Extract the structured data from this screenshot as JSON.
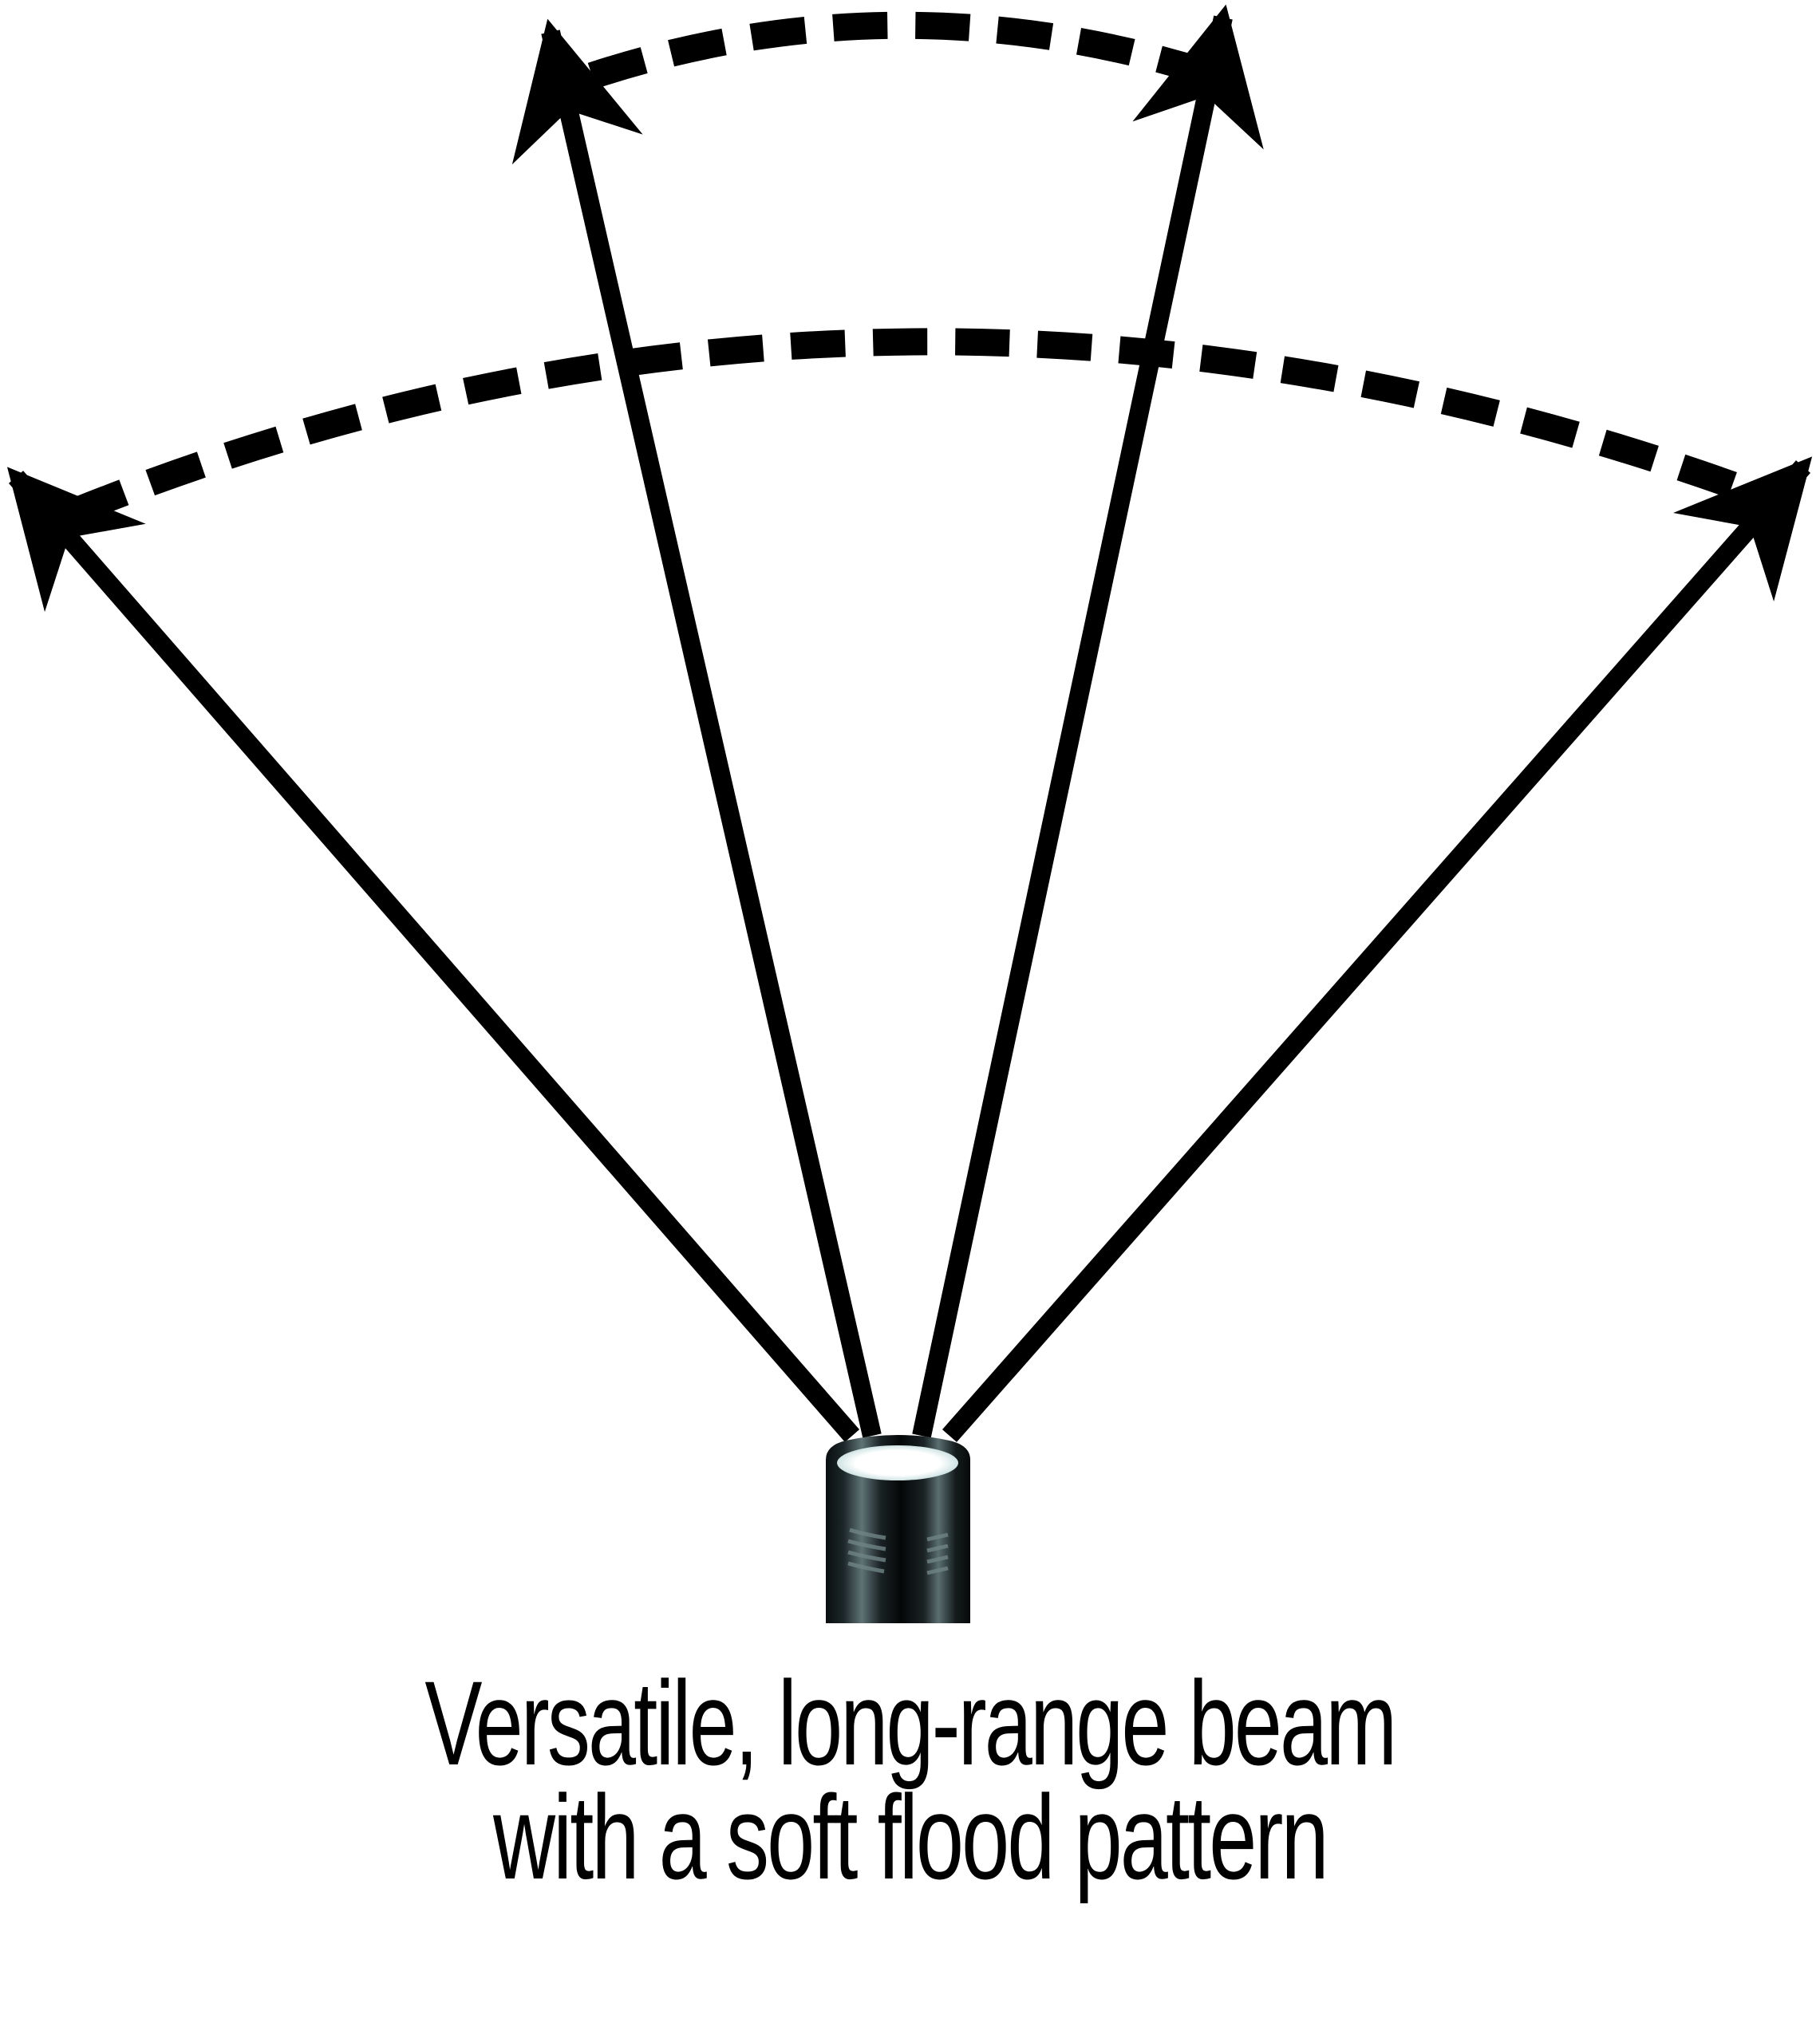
{
  "caption": {
    "line1": "Versatile, long-range beam",
    "line2": "with a soft flood pattern"
  },
  "diagram": {
    "type": "beam-pattern",
    "subject": "flashlight-icon",
    "elements": [
      {
        "name": "outer-left-arrow",
        "meaning": "wide flood beam edge"
      },
      {
        "name": "outer-right-arrow",
        "meaning": "wide flood beam edge"
      },
      {
        "name": "inner-left-arrow",
        "meaning": "narrow spot beam edge"
      },
      {
        "name": "inner-right-arrow",
        "meaning": "narrow spot beam edge"
      },
      {
        "name": "spot-beam-arc",
        "style": "dashed"
      },
      {
        "name": "flood-beam-arc",
        "style": "dashed"
      }
    ]
  },
  "colors": {
    "stroke": "#000000",
    "background": "#ffffff",
    "lens": "#f4fbfb",
    "body_highlight": "#5f7375"
  }
}
